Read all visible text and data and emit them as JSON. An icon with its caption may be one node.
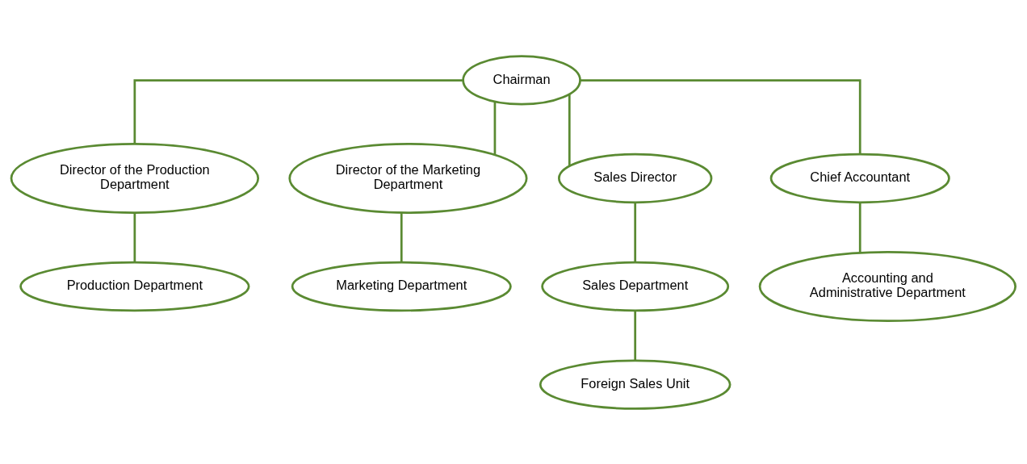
{
  "diagram": {
    "nodes": [
      {
        "text": [
          "Chairman"
        ]
      },
      {
        "text": [
          "Director of the Production Department"
        ]
      },
      {
        "text": [
          "Director of the Marketing Department"
        ]
      },
      {
        "text": [
          "Sales Director"
        ]
      },
      {
        "text": [
          "Chief Accountant"
        ]
      },
      {
        "text": [
          "Production Department"
        ]
      },
      {
        "text": [
          "Marketing Department"
        ]
      },
      {
        "text": [
          "Sales Department"
        ]
      },
      {
        "text": [
          "Accounting and Administrative Department"
        ]
      },
      {
        "text": [
          "Foreign Sales Unit"
        ]
      }
    ],
    "edges": [
      {
        "from": 0,
        "to": 1,
        "arrow": "none"
      },
      {
        "from": 0,
        "to": 2,
        "arrow": "none"
      },
      {
        "from": 0,
        "to": 3,
        "arrow": "none"
      },
      {
        "from": 0,
        "to": 4,
        "arrow": "none"
      },
      {
        "from": 1,
        "to": 5,
        "arrow": "none"
      },
      {
        "from": 2,
        "to": 6,
        "arrow": "none"
      },
      {
        "from": 3,
        "to": 7,
        "arrow": "none"
      },
      {
        "from": 4,
        "to": 8,
        "arrow": "none"
      },
      {
        "from": 7,
        "to": 9,
        "arrow": "none"
      }
    ]
  }
}
